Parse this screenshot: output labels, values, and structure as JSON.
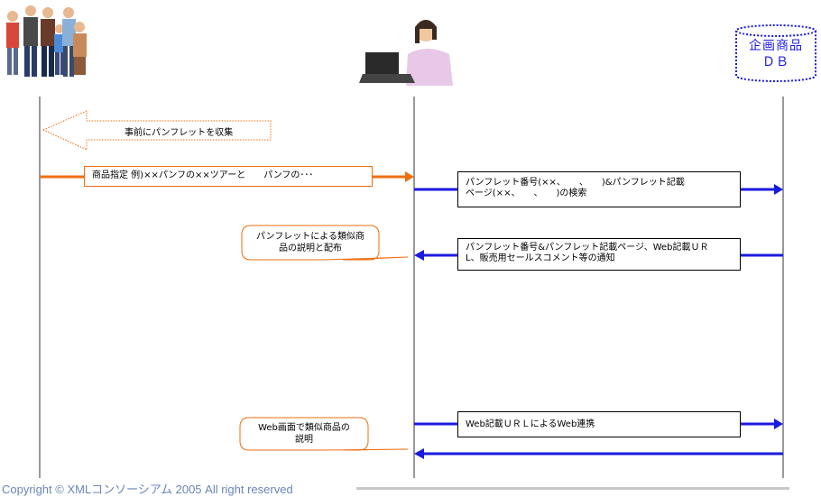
{
  "database": {
    "label": "企画商品\nＤＢ"
  },
  "messages": {
    "collect": "事前にパンフレットを収集",
    "product_spec": "商品指定 例)××パンフの××ツアーと　　パンフの･･･",
    "search": "パンフレット番号(××、　　、　　)&パンフレット記載\nページ(××、　　、　　)の検索",
    "explain_dist": "パンフレットによる類似商\n品の説明と配布",
    "notify": "パンフレット番号&パンフレット記載ページ、Web記載ＵＲ\nL、販売用セールスコメント等の通知",
    "web_explain": "Web画面で類似商品の\n説明",
    "web_link": "Web記載ＵＲＬによるWeb連携"
  },
  "footer": {
    "copyright": "Copyright © XMLコンソーシアム 2005 All right reserved"
  },
  "colors": {
    "orange": "#ee6e10",
    "blue": "#1a1ae0"
  }
}
